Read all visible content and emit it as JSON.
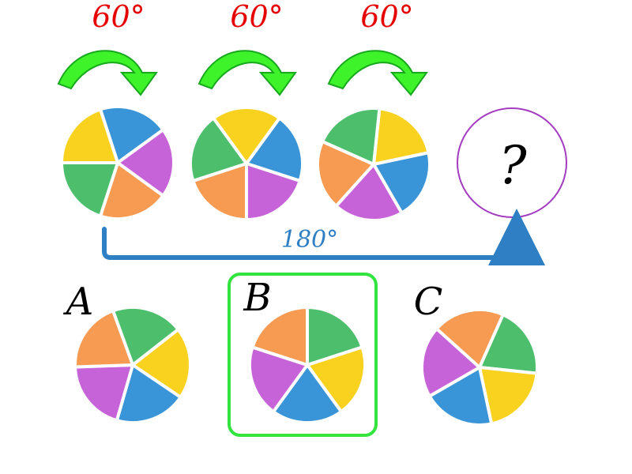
{
  "colors": {
    "blue": "#3a95d8",
    "purple": "#c763d8",
    "orange": "#f79a52",
    "green": "#4dbf6c",
    "yellow": "#f8d21e",
    "angle_red": "#e60000",
    "bottom_blue": "#2e7fc4",
    "arrow_green": "#3ef32a",
    "arrow_outline": "#17a81d",
    "selection_green": "#33e43f",
    "question_circle": "#a43bc1"
  },
  "sequence": {
    "rotations": [
      {
        "label": "60°"
      },
      {
        "label": "60°"
      },
      {
        "label": "60°"
      }
    ],
    "wheels": [
      {
        "name": "wheel-1",
        "colors": [
          "blue",
          "purple",
          "orange",
          "green",
          "yellow"
        ]
      },
      {
        "name": "wheel-2",
        "colors": [
          "blue",
          "purple",
          "orange",
          "green",
          "yellow"
        ]
      },
      {
        "name": "wheel-3",
        "colors": [
          "yellow",
          "blue",
          "purple",
          "orange",
          "green"
        ]
      }
    ],
    "question": "?"
  },
  "bottom_arrow": {
    "label": "180°"
  },
  "options": [
    {
      "letter": "A",
      "colors": [
        "green",
        "yellow",
        "blue",
        "purple",
        "orange"
      ]
    },
    {
      "letter": "B",
      "colors": [
        "green",
        "yellow",
        "blue",
        "purple",
        "orange"
      ],
      "selected": true
    },
    {
      "letter": "C",
      "colors": [
        "green",
        "yellow",
        "blue",
        "purple",
        "orange"
      ]
    }
  ]
}
